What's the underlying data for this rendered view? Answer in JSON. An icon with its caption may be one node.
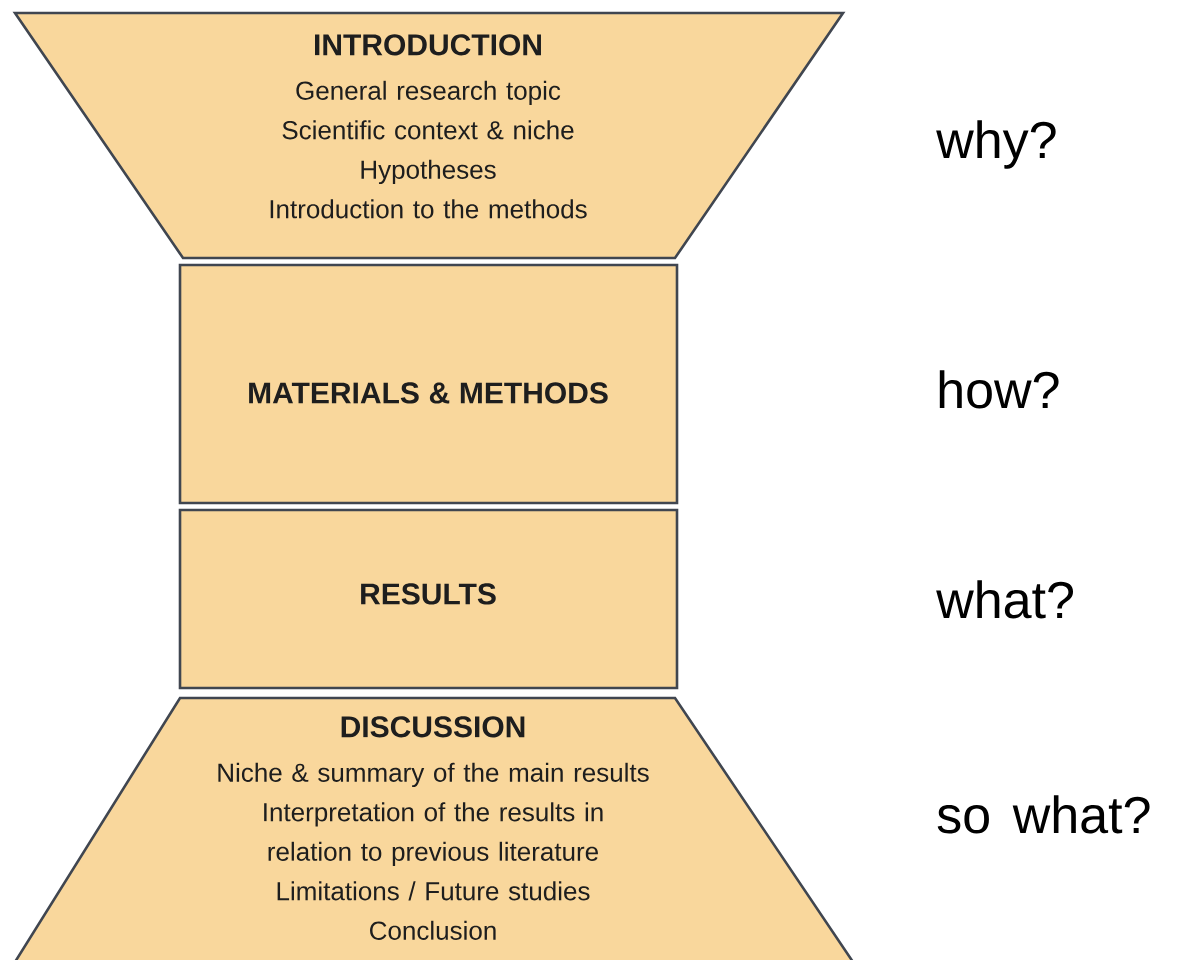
{
  "diagram": {
    "nodes": [
      {
        "text": [
          "INTRODUCTION",
          "General research topic",
          "Scientific context & niche",
          "Hypotheses",
          "Introduction to the methods"
        ]
      },
      {
        "text": [
          "MATERIALS & METHODS"
        ]
      },
      {
        "text": [
          "RESULTS"
        ]
      },
      {
        "text": [
          "DISCUSSION",
          "Niche & summary of the main results",
          "Interpretation of the results in relation to previous literature",
          "Limitations / Future studies",
          "Conclusion"
        ]
      }
    ],
    "labels": [
      "why?",
      "how?",
      "what?",
      "so what?"
    ]
  }
}
